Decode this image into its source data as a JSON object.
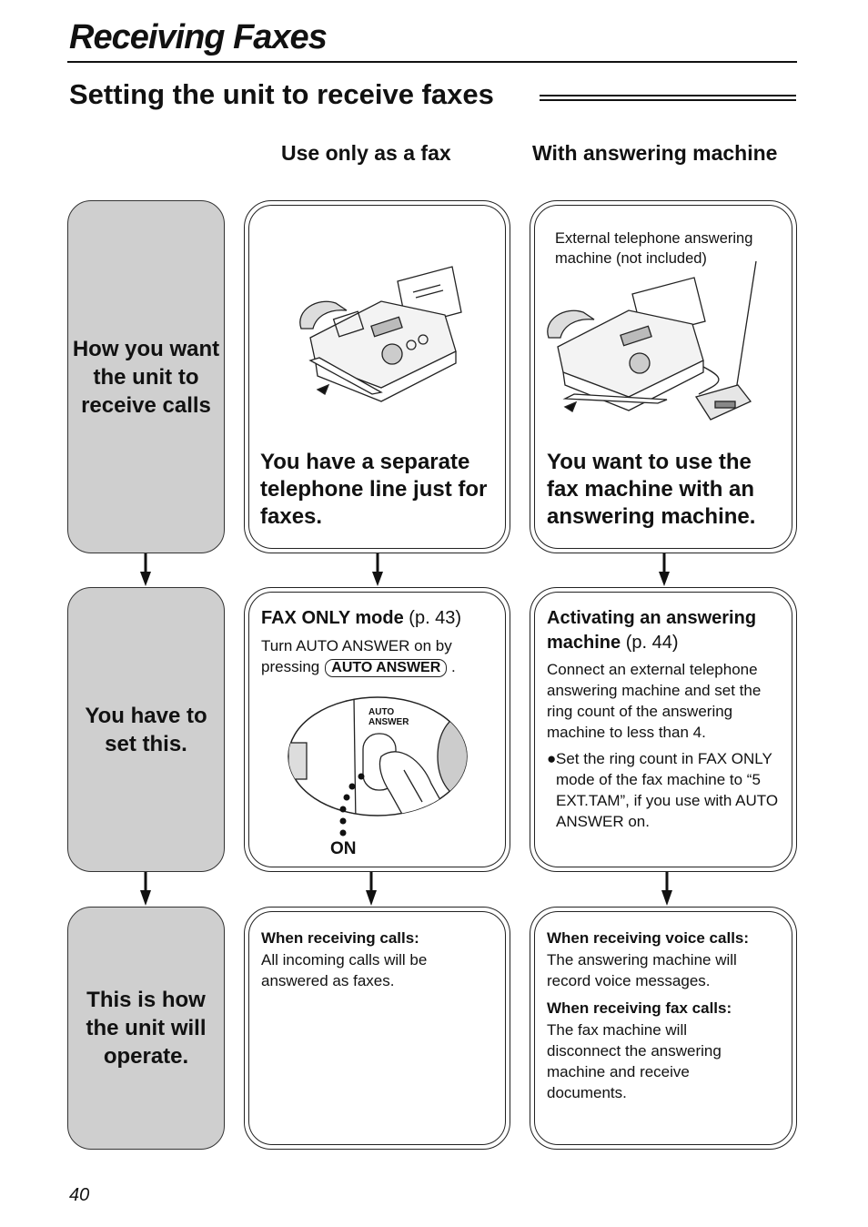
{
  "header": {
    "title": "Receiving Faxes"
  },
  "section": {
    "title": "Setting the unit to receive faxes"
  },
  "columns": {
    "fax_only": "Use only as a fax",
    "answering": "With answering machine"
  },
  "rows": {
    "row1": "How you want the unit to receive calls",
    "row2": "You have to set this.",
    "row3": "This is how the unit will operate."
  },
  "card1": {
    "text": "You have a separate telephone line just for faxes."
  },
  "card2": {
    "callout": "External telephone answering machine (not included)",
    "text": "You want to use the fax machine with an answering machine."
  },
  "card3": {
    "heading_bold": "FAX ONLY mode",
    "heading_ref": "(p. 43)",
    "body": "Turn AUTO ANSWER on by pressing",
    "button": "AUTO ANSWER",
    "period": ".",
    "btn_top": "AUTO",
    "btn_bottom": "ANSWER",
    "on_label": "ON"
  },
  "card4": {
    "heading_bold": "Activating an answering machine",
    "heading_ref": "(p. 44)",
    "body": "Connect an external telephone answering machine and set the ring count of the answering machine to less than 4.",
    "bullet": "Set the ring count in FAX ONLY mode of the fax machine to “5 EXT.TAM”, if you use with AUTO ANSWER on."
  },
  "card5": {
    "label": "When receiving calls:",
    "text": "All incoming calls will be answered as faxes."
  },
  "card6": {
    "voice_label": "When receiving voice calls:",
    "voice_text": "The answering machine will record voice messages.",
    "fax_label": "When receiving fax calls:",
    "fax_text": "The fax machine will disconnect the answering machine and receive documents."
  },
  "footer": {
    "page_number": "40"
  }
}
